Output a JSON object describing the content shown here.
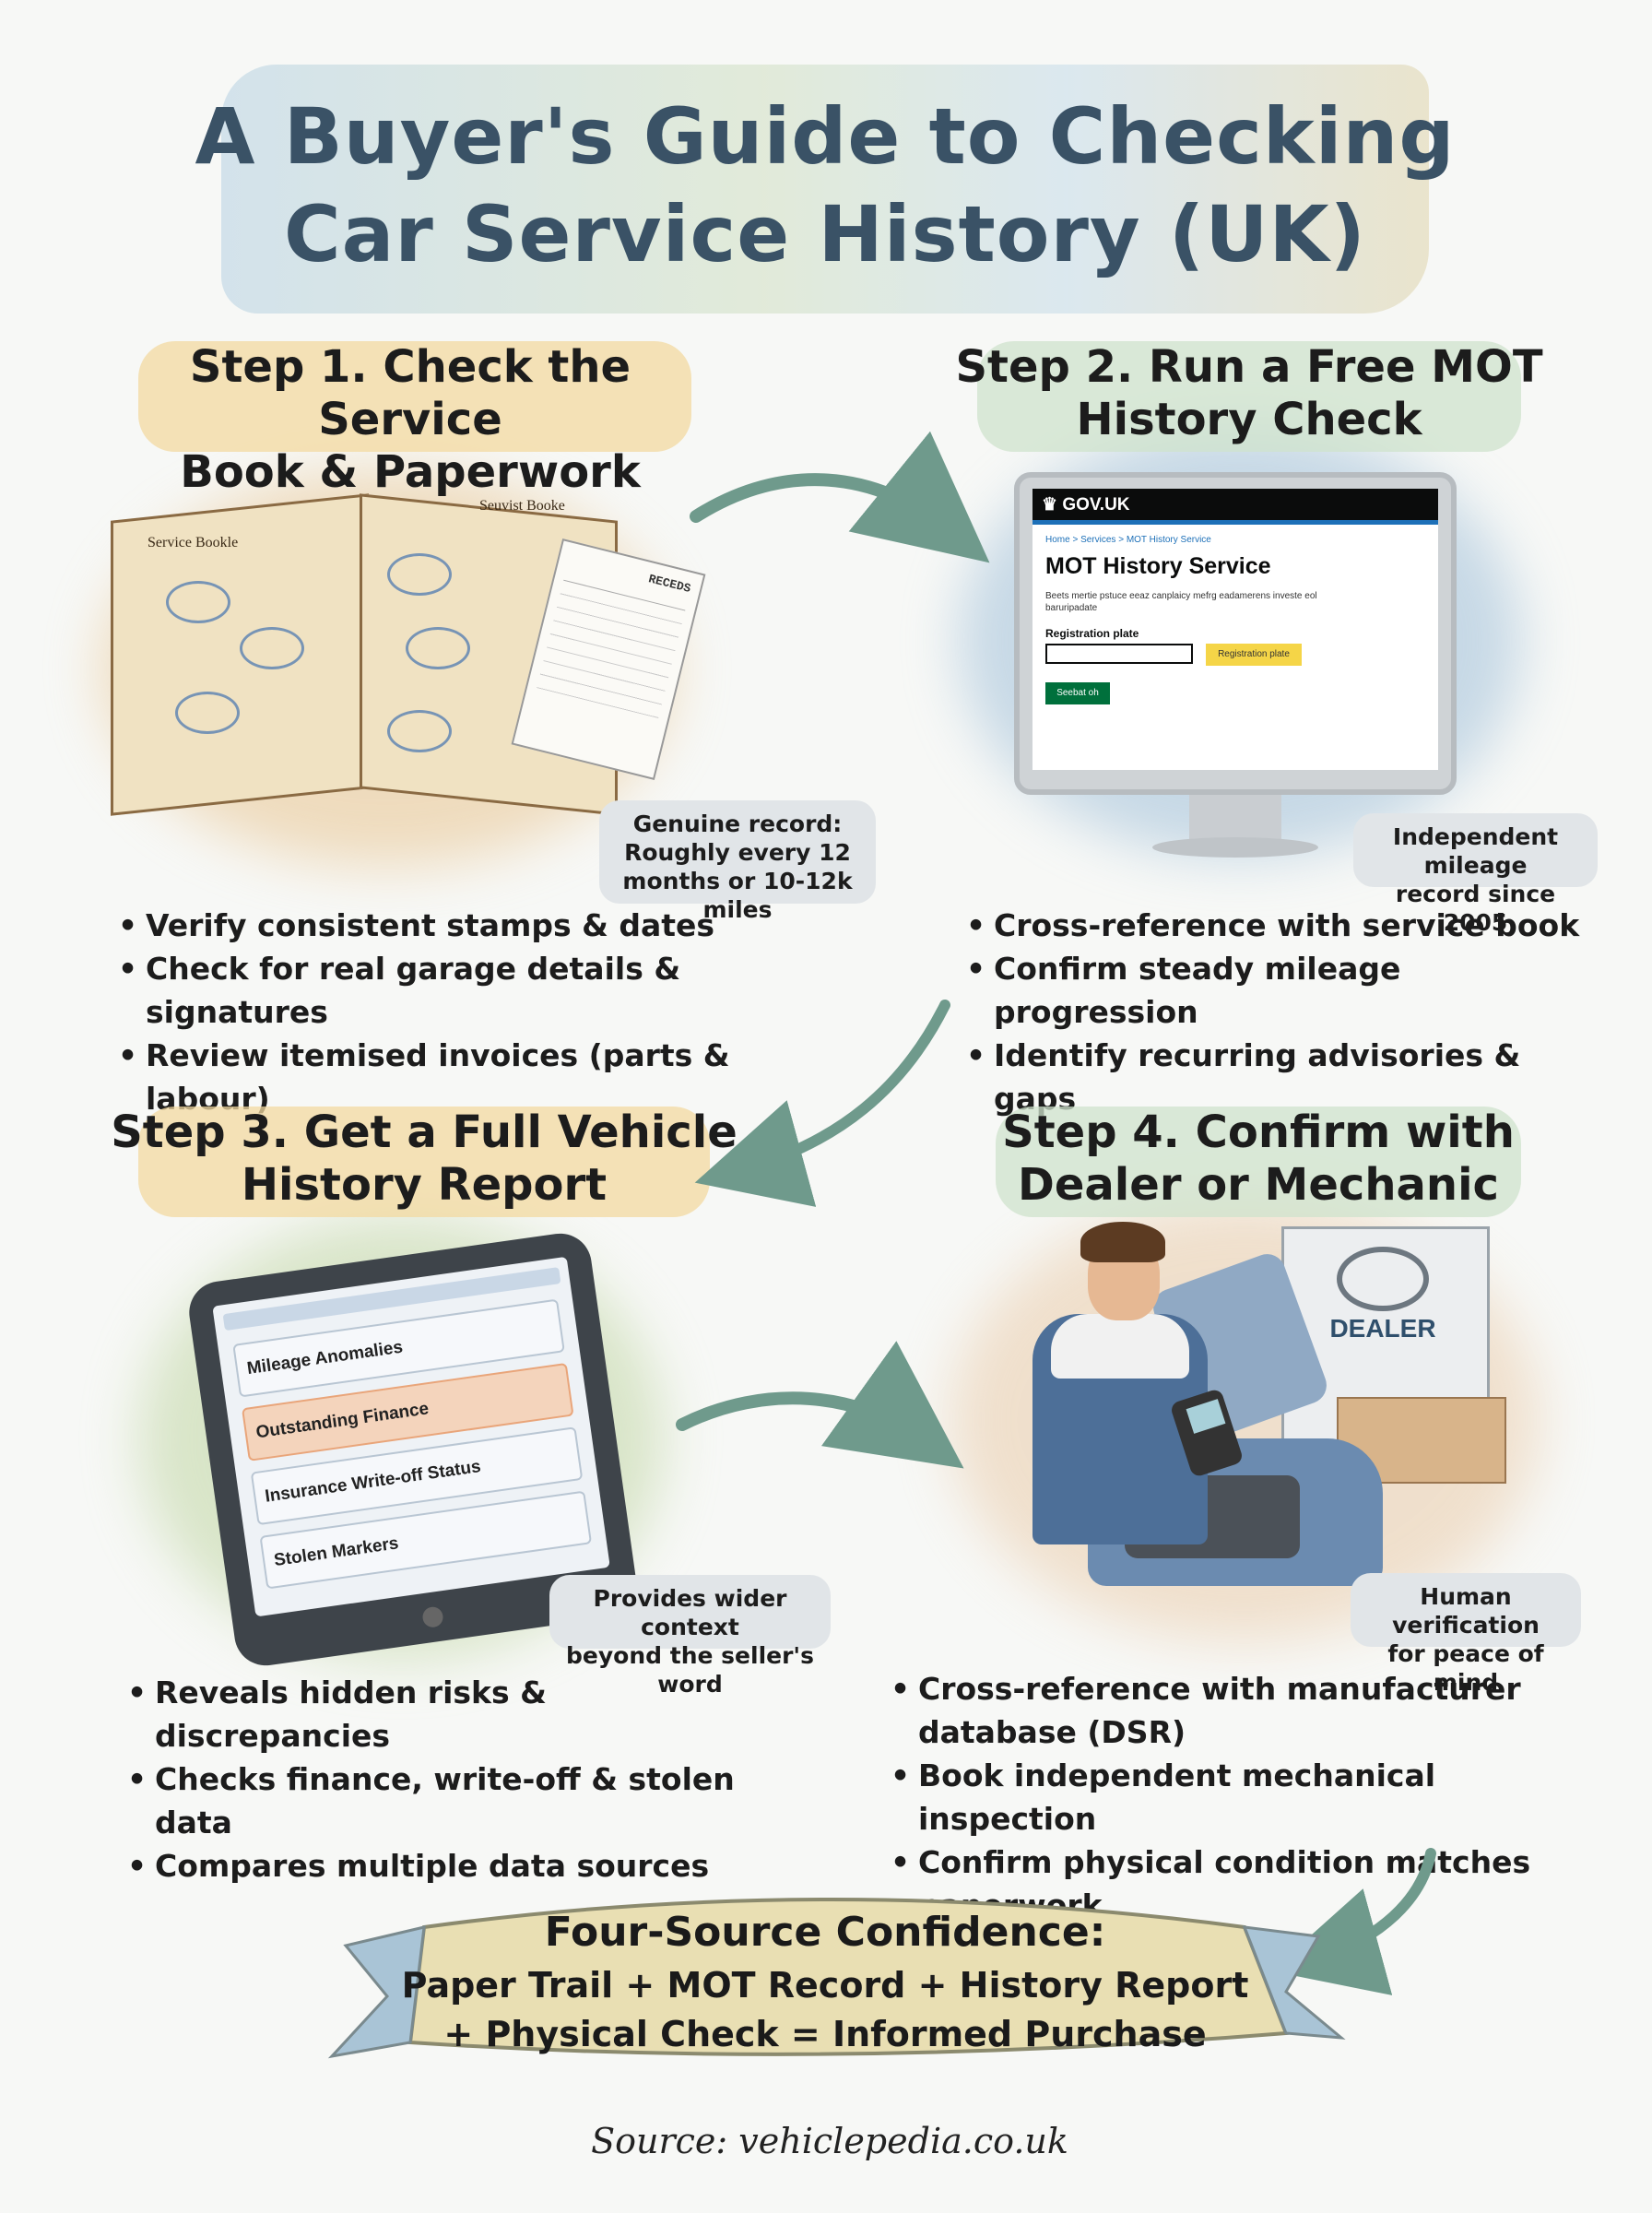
{
  "title": {
    "line1": "A Buyer's Guide to Checking",
    "line2": "Car Service History (UK)"
  },
  "steps": [
    {
      "title_line1": "Step 1. Check the Service",
      "title_line2": "Book & Paperwork",
      "note": [
        "Genuine record:",
        "Roughly every 12",
        "months or 10-12k miles"
      ],
      "bullets": [
        "Verify consistent stamps & dates",
        "Check for real garage details & signatures",
        "Review itemised invoices (parts & labour)"
      ],
      "illustration": {
        "book_label_left": "Service Bookle",
        "book_label_right": "Seuvist Booke",
        "receipt_title": "RECEDS"
      }
    },
    {
      "title_line1": "Step 2. Run a Free MOT",
      "title_line2": "History Check",
      "note": [
        "Independent mileage",
        "record since 2005"
      ],
      "bullets": [
        "Cross-reference with service book",
        "Confirm steady mileage progression",
        "Identify recurring advisories & gaps"
      ],
      "screen": {
        "brand": "GOV.UK",
        "breadcrumb": "Home  >  Services  >  MOT History Service",
        "heading": "MOT History Service",
        "description": "Beets mertie pstuce eeaz canplaicy mefrg eadamerens investe eol baruripadate",
        "field_label": "Registration plate",
        "button_label": "Registration plate",
        "submit_label": "Seebat oh"
      }
    },
    {
      "title_line1": "Step 3. Get a Full Vehicle",
      "title_line2": "History Report",
      "note": [
        "Provides wider context",
        "beyond the seller's word"
      ],
      "bullets": [
        "Reveals hidden risks & discrepancies",
        "Checks finance, write-off & stolen data",
        "Compares multiple data sources"
      ],
      "tablet_rows": [
        "Mileage Anomalies",
        "Outstanding Finance",
        "Insurance Write-off Status",
        "Stolen Markers"
      ]
    },
    {
      "title_line1": "Step 4. Confirm with",
      "title_line2": "Dealer or Mechanic",
      "note": [
        "Human verification",
        "for peace of mind"
      ],
      "bullets": [
        "Cross-reference with manufacturer",
        "database (DSR)",
        "Book independent mechanical inspection",
        "Confirm physical condition matches paperwork"
      ],
      "dealer_sign": "DEALER"
    }
  ],
  "footer": {
    "title": "Four-Source Confidence:",
    "line1": "Paper Trail + MOT Record + History Report",
    "line2": "+ Physical Check = Informed Purchase"
  },
  "source": "Source: vehiclepedia.co.uk",
  "colors": {
    "title_text": "#3a5266",
    "step1_band": "#f3d9a0",
    "step2_band": "#cfe3cc",
    "step3_band": "#f3d9a0",
    "step4_band": "#cfe3cc",
    "note_bg": "#e1e5e8",
    "arrow": "#6f9a8c",
    "gov_green": "#00703c",
    "gov_yellow": "#f5d547"
  }
}
